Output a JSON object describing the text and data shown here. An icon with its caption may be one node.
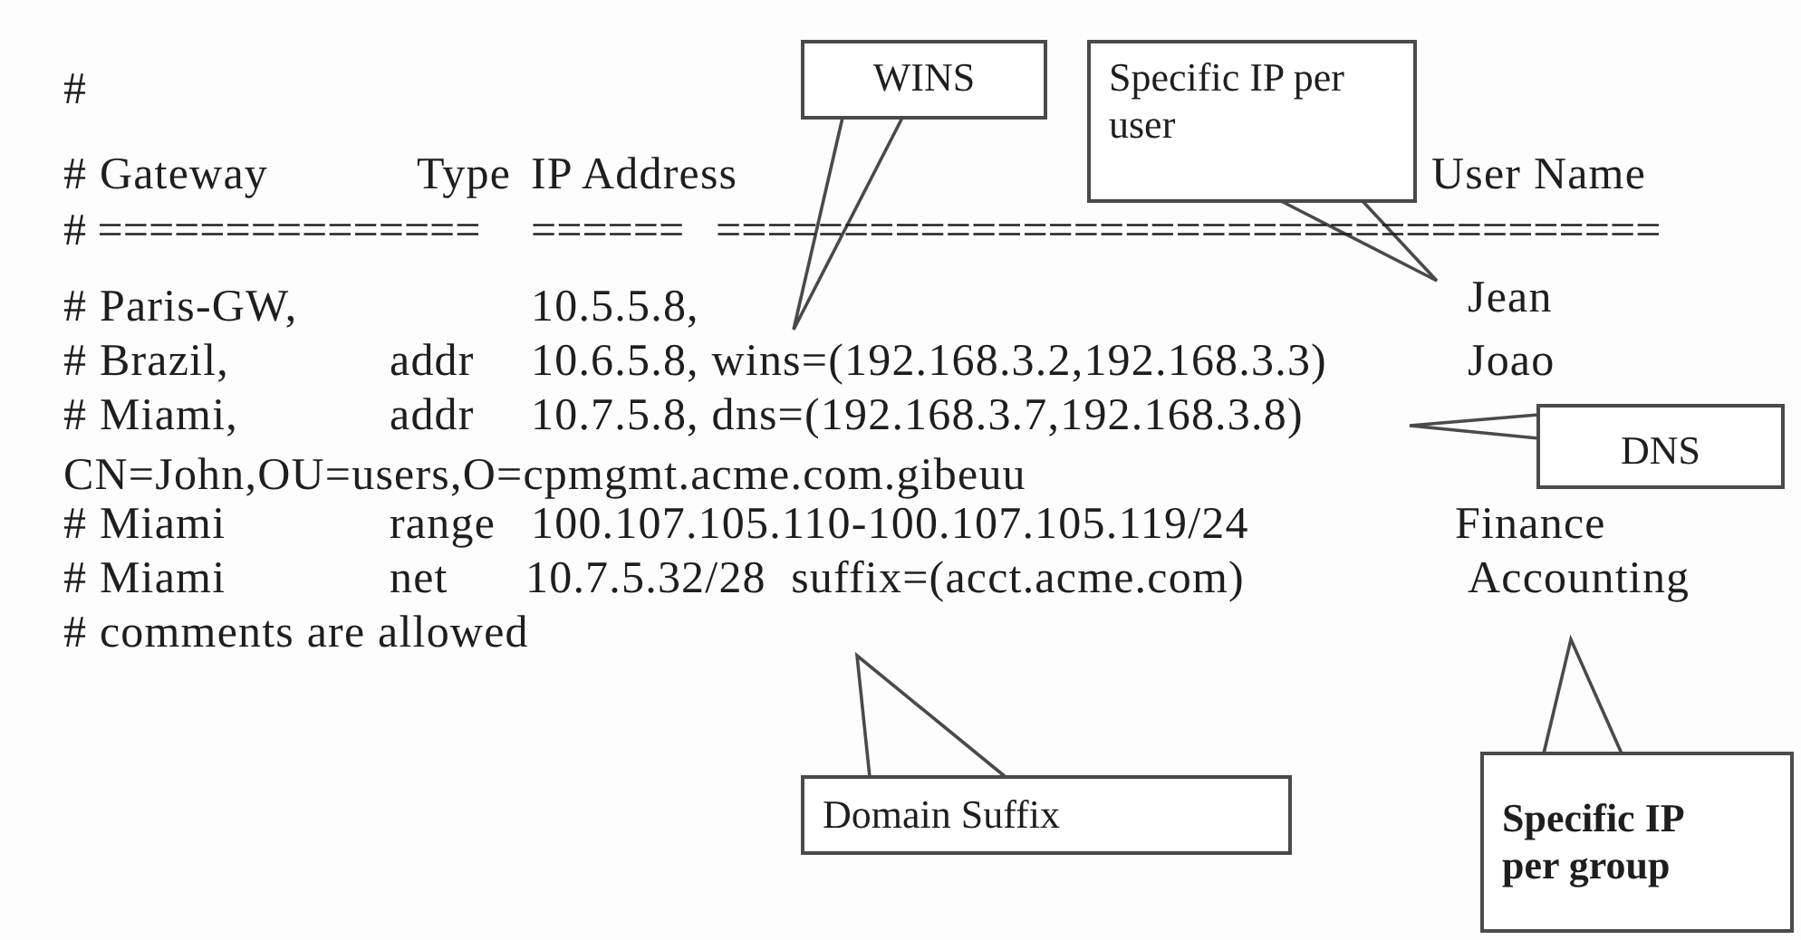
{
  "diagram": {
    "nodes": [
      {
        "text": [
          "WINS"
        ]
      },
      {
        "text": [
          "Specific IP per user"
        ]
      },
      {
        "text": [
          "DNS"
        ]
      },
      {
        "text": [
          "Domain Suffix"
        ]
      },
      {
        "text": [
          "Specific IP per group"
        ]
      }
    ],
    "edges": [
      {
        "from": 0,
        "to": null,
        "arrow": "none"
      },
      {
        "from": 1,
        "to": null,
        "arrow": "none"
      },
      {
        "from": 2,
        "to": null,
        "arrow": "none"
      },
      {
        "from": 3,
        "to": null,
        "arrow": "none"
      },
      {
        "from": 4,
        "to": null,
        "arrow": "none"
      }
    ],
    "labels": [
      "#",
      "# Gateway",
      "Type",
      "IP Address",
      "User Name",
      "# ===============",
      "======",
      "=====================================",
      "# Paris-GW,",
      "10.5.5.8,",
      "Jean",
      "# Brazil,",
      "addr",
      "10.6.5.8, wins=(192.168.3.2,192.168.3.3)",
      "Joao",
      "# Miami,",
      "addr",
      "10.7.5.8, dns=(192.168.3.7,192.168.3.8)",
      "CN=John,OU=users,O=cpmgmt.acme.com.gibeuu",
      "# Miami",
      "range",
      "100.107.105.110-100.107.105.119/24",
      "Finance",
      "# Miami",
      "net",
      "10.7.5.32/28  suffix=(acct.acme.com)",
      "Accounting",
      "# comments are allowed"
    ]
  }
}
